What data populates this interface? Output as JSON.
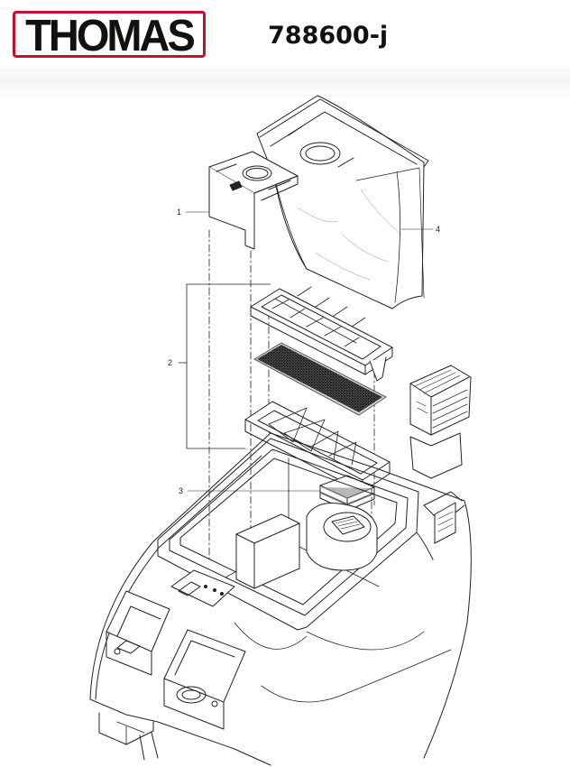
{
  "header": {
    "brand": "THOMAS",
    "part_number": "788600-j"
  },
  "brand_color": "#c8102e",
  "diagram": {
    "callouts": [
      "1",
      "2",
      "3",
      "4"
    ]
  }
}
